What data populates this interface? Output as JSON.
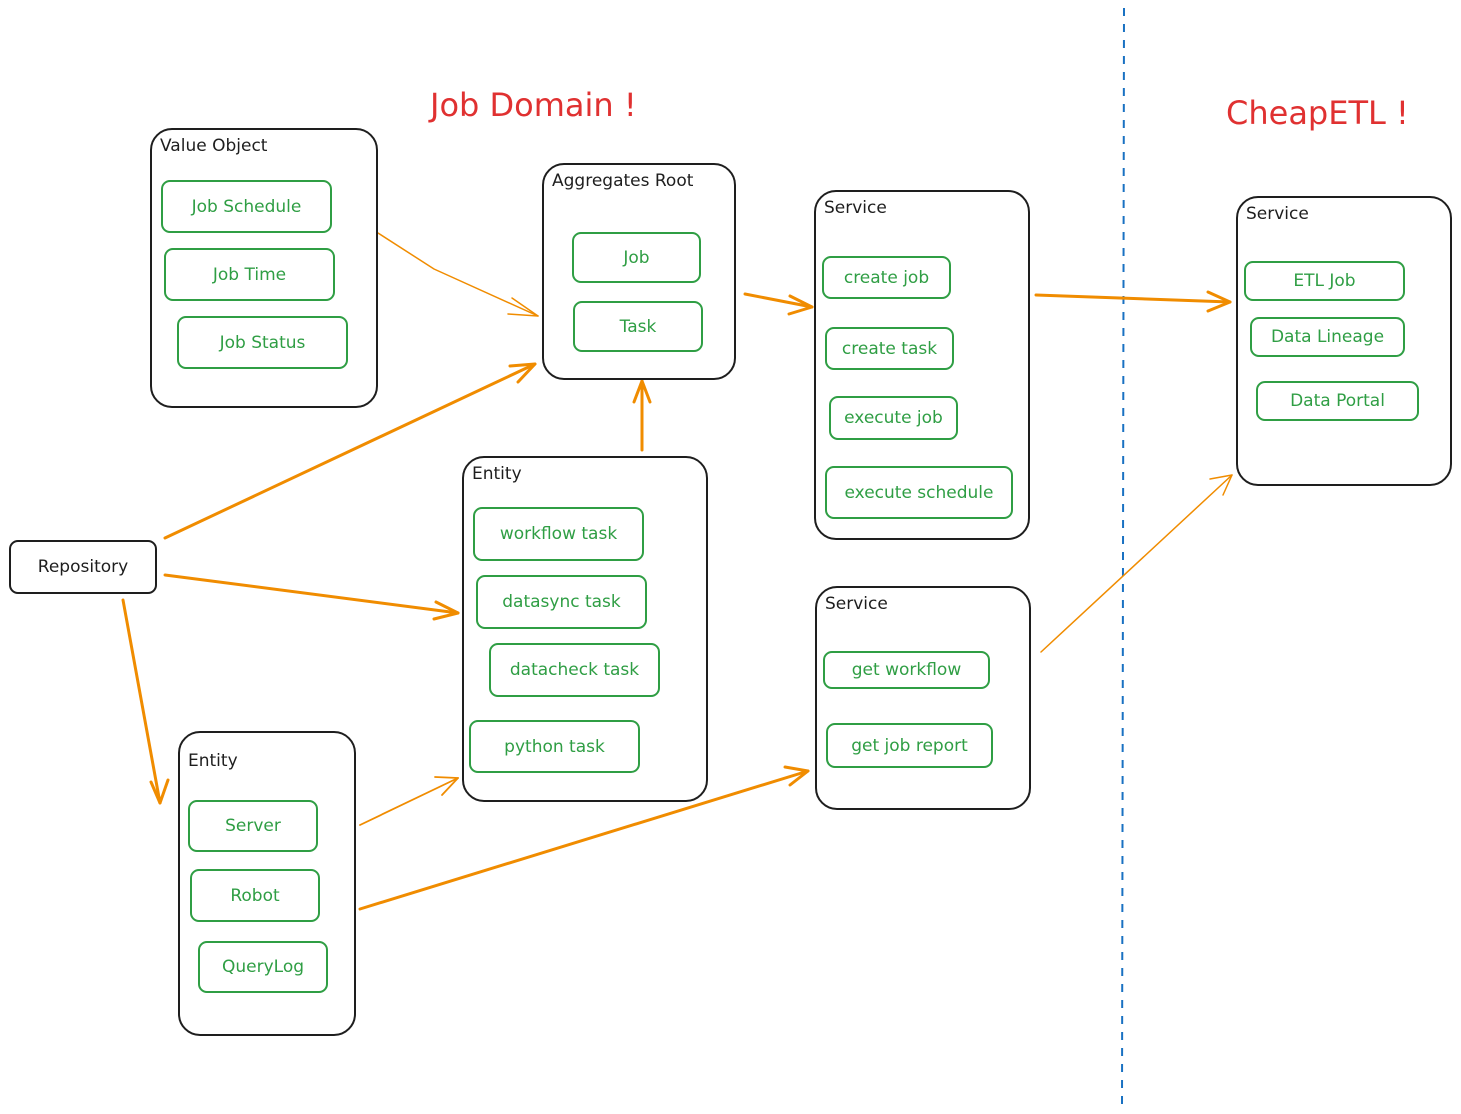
{
  "headings": {
    "job_domain": "Job Domain !",
    "cheap_etl": "CheapETL !"
  },
  "value_object": {
    "title": "Value Object",
    "items": [
      "Job Schedule",
      "Job Time",
      "Job Status"
    ]
  },
  "aggregates_root": {
    "title": "Aggregates Root",
    "items": [
      "Job",
      "Task"
    ]
  },
  "service_main": {
    "title": "Service",
    "items": [
      "create job",
      "create task",
      "execute job",
      "execute schedule"
    ]
  },
  "service_secondary": {
    "title": "Service",
    "items": [
      "get workflow",
      "get job report"
    ]
  },
  "entity_tasks": {
    "title": "Entity",
    "items": [
      "workflow task",
      "datasync task",
      "datacheck task",
      "python task"
    ]
  },
  "entity_infra": {
    "title": "Entity",
    "items": [
      "Server",
      "Robot",
      "QueryLog"
    ]
  },
  "repository": {
    "label": "Repository"
  },
  "service_cheapetl": {
    "title": "Service",
    "items": [
      "ETL Job",
      "Data Lineage",
      "Data Portal"
    ]
  },
  "colors": {
    "stroke": "#1e1e1e",
    "item": "#2f9e44",
    "heading": "#e03131",
    "arrow": "#f08c00",
    "divider": "#1971c2"
  }
}
